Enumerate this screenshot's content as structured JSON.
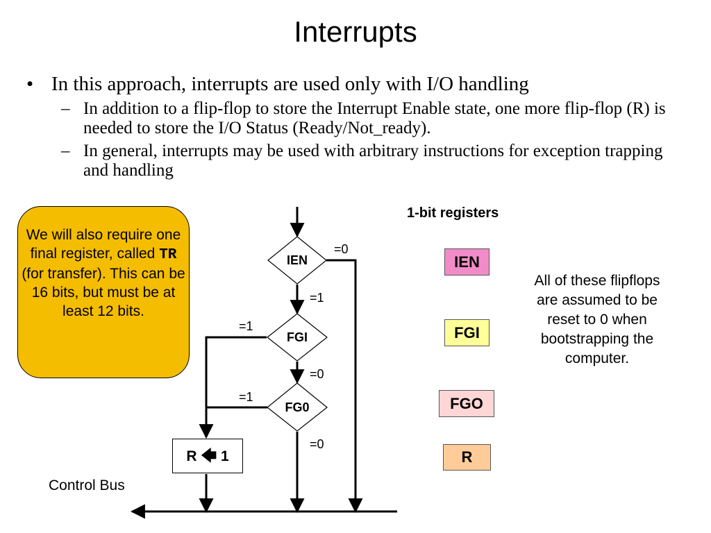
{
  "title": "Interrupts",
  "bullets": {
    "main": "In this approach, interrupts are used only with I/O handling",
    "subs": [
      "In addition to a flip-flop to store the Interrupt Enable state, one more flip-flop (R) is needed to store the I/O Status (Ready/Not_ready).",
      "In general, interrupts may be used with arbitrary instructions for exception trapping and handling"
    ]
  },
  "note": {
    "before": "We will also require one final register, called ",
    "code": "TR",
    "after": " (for transfer). This can be 16 bits, but must be at least 12 bits.",
    "color": "#f5bd00"
  },
  "flowchart": {
    "decisions": {
      "ien": "IEN",
      "fgi": "FGI",
      "fgo": "FG0"
    },
    "labels": {
      "ien_zero": "=0",
      "ien_one": "=1",
      "fgi_one": "=1",
      "fgi_zero": "=0",
      "fgo_one": "=1",
      "fgo_zero": "=0"
    },
    "action": {
      "left": "R",
      "arrow": "🡄",
      "right": "1"
    },
    "bus_label": "Control Bus"
  },
  "registers": {
    "title": "1-bit registers",
    "items": [
      {
        "name": "IEN",
        "color": "#f28cc8"
      },
      {
        "name": "FGI",
        "color": "#ffff99"
      },
      {
        "name": "FGO",
        "color": "#ffd6d6"
      },
      {
        "name": "R",
        "color": "#ffcc99"
      }
    ]
  },
  "side_note": "All of these flipflops are assumed to be reset to 0 when bootstrapping the computer."
}
